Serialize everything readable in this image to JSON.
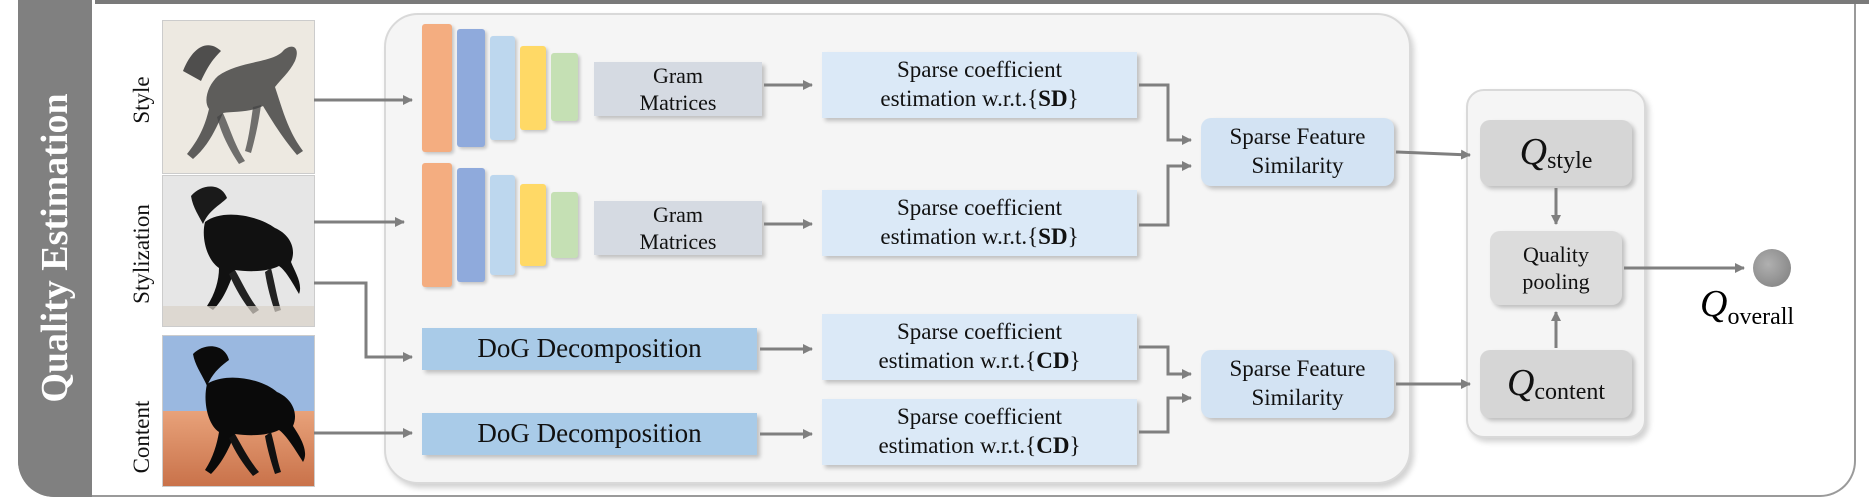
{
  "sidebar": {
    "title": "Quality Estimation"
  },
  "rows": {
    "style": "Style",
    "stylization": "Stylization",
    "content": "Content"
  },
  "blocks": {
    "gram_1": [
      "Gram",
      "Matrices"
    ],
    "gram_2": [
      "Gram",
      "Matrices"
    ],
    "sparse_sd_1": {
      "line1": "Sparse coefficient",
      "line2_prefix": "estimation  w.r.t.{",
      "dict": "SD",
      "line2_suffix": "}"
    },
    "sparse_sd_2": {
      "line1": "Sparse coefficient",
      "line2_prefix": "estimation w.r.t.{",
      "dict": "SD",
      "line2_suffix": "}"
    },
    "sparse_cd_1": {
      "line1": "Sparse coefficient",
      "line2_prefix": "estimation w.r.t.{",
      "dict": "CD",
      "line2_suffix": "}"
    },
    "sparse_cd_2": {
      "line1": "Sparse coefficient",
      "line2_prefix": "estimation w.r.t.{",
      "dict": "CD",
      "line2_suffix": "}"
    },
    "dog_1": "DoG Decomposition",
    "dog_2": "DoG Decomposition",
    "sim_1": [
      "Sparse Feature",
      "Similarity"
    ],
    "sim_2": [
      "Sparse Feature",
      "Similarity"
    ]
  },
  "quality": {
    "symbol": "Q",
    "style_sub": "style",
    "content_sub": "content",
    "pooling": [
      "Quality",
      "pooling"
    ],
    "overall_sub": "overall"
  },
  "colors": {
    "layers": [
      "#f4ad80",
      "#8faadc",
      "#bdd7ee",
      "#ffd966",
      "#c5e0b4"
    ],
    "sidebar": "#808080",
    "dog": "#a9cbe8",
    "sparse": "#dbe9f7",
    "arrow": "#7f7f7f"
  }
}
